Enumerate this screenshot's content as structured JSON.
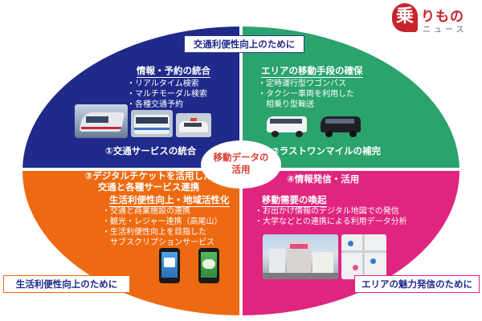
{
  "colors": {
    "q1": "#1f2a8a",
    "q2": "#2aa36c",
    "q3": "#ee6a12",
    "q4": "#e0257f",
    "center_text": "#d93a2c",
    "logo_red": "#c8242c",
    "logo_gray": "#6a6a6a"
  },
  "logo": {
    "mark": "乗",
    "title": "りもの",
    "subtitle": "ニュース"
  },
  "top_label": "交通利便性向上のために",
  "bottom_left_label": "生活利便性向上のために",
  "bottom_right_label": "エリアの魅力発信のために",
  "center": {
    "line1": "移動データの",
    "line2": "活用"
  },
  "q1": {
    "title": "情報・予約の統合",
    "items": [
      "・リアルタイム検索",
      "・マルチモーダル検索",
      "・各種交通予約"
    ],
    "caption": "①交通サービスの統合"
  },
  "q2": {
    "title": "エリアの移動手段の確保",
    "items": [
      "・定時運行型ワゴンバス",
      "・タクシー車両を利用した",
      "　相乗り型輸送"
    ],
    "caption": "②ラストワンマイルの補完"
  },
  "q3": {
    "title_line1": "③デジタルチケットを活用した",
    "title_line2": "交通と各種サービス連携",
    "subtitle": "生活利便性向上・地域活性化",
    "items": [
      "・交通と商業施設の連携",
      "・観光・レジャー連携（高尾山）",
      "・生活利便性向上を目指した",
      "　サブスクリプションサービス"
    ]
  },
  "q4": {
    "title": "④情報発信・活用",
    "subtitle": "移動需要の喚起",
    "items": [
      "・お出かけ情報のデジタル地図での発信",
      "・大学などとの連携による利用データ分析"
    ]
  },
  "icons": {
    "train": "train-photo",
    "bus": "bus-photo",
    "taxi": "taxi-photo",
    "wagon": "wagon-bus-photo",
    "minivan": "minivan-photo",
    "phone": "smartphone-icon",
    "city": "city-photo",
    "map": "digital-map-image"
  }
}
